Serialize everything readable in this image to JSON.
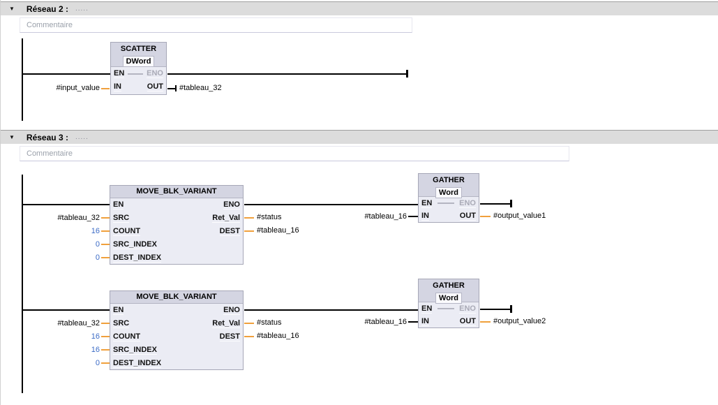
{
  "colors": {
    "network_header_bg": "#dcdcdc",
    "block_header_bg": "#d4d5e2",
    "block_body_bg": "#ebecf4",
    "wire_black": "#000000",
    "wire_orange": "#f0a03c",
    "value_blue": "#3b6bc6",
    "disabled_pin_gray": "#a9aab6",
    "comment_text_gray": "#9aa0aa"
  },
  "network2": {
    "title": "Réseau 2 :",
    "dots": ".....",
    "comment": "Commentaire",
    "scatter": {
      "title": "SCATTER",
      "type": "DWord",
      "pins": {
        "en": "EN",
        "eno": "ENO",
        "in": "IN",
        "out": "OUT"
      },
      "in_operand": "#input_value",
      "out_operand": "#tableau_32"
    }
  },
  "network3": {
    "title": "Réseau 3 :",
    "dots": ".....",
    "comment": "Commentaire",
    "branches": [
      {
        "move": {
          "title": "MOVE_BLK_VARIANT",
          "pins": {
            "en": "EN",
            "src": "SRC",
            "count": "COUNT",
            "src_index": "SRC_INDEX",
            "dest_index": "DEST_INDEX",
            "eno": "ENO",
            "ret_val": "Ret_Val",
            "dest": "DEST"
          },
          "operands": {
            "src": "#tableau_32",
            "count": "16",
            "src_index": "0",
            "dest_index": "0",
            "ret_val": "#status",
            "dest": "#tableau_16"
          }
        },
        "gather": {
          "title": "GATHER",
          "type": "Word",
          "pins": {
            "en": "EN",
            "eno": "ENO",
            "in": "IN",
            "out": "OUT"
          },
          "in_operand": "#tableau_16",
          "out_operand": "#output_value1"
        }
      },
      {
        "move": {
          "title": "MOVE_BLK_VARIANT",
          "pins": {
            "en": "EN",
            "src": "SRC",
            "count": "COUNT",
            "src_index": "SRC_INDEX",
            "dest_index": "DEST_INDEX",
            "eno": "ENO",
            "ret_val": "Ret_Val",
            "dest": "DEST"
          },
          "operands": {
            "src": "#tableau_32",
            "count": "16",
            "src_index": "16",
            "dest_index": "0",
            "ret_val": "#status",
            "dest": "#tableau_16"
          }
        },
        "gather": {
          "title": "GATHER",
          "type": "Word",
          "pins": {
            "en": "EN",
            "eno": "ENO",
            "in": "IN",
            "out": "OUT"
          },
          "in_operand": "#tableau_16",
          "out_operand": "#output_value2"
        }
      }
    ]
  }
}
